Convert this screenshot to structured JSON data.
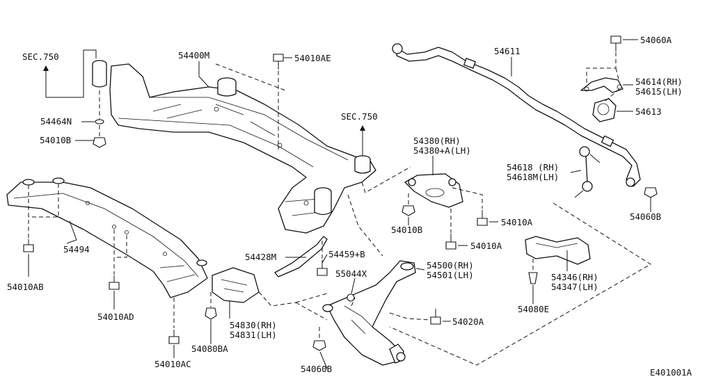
{
  "diagram_id": "E401001A",
  "section_refs": [
    "SEC.750",
    "SEC.750"
  ],
  "labels": {
    "p54400M": "54400M",
    "p54010AE": "54010AE",
    "p54464N": "54464N",
    "p54010B_a": "54010B",
    "p54494": "54494",
    "p54010AB": "54010AB",
    "p54010AD": "54010AD",
    "p54010AC": "54010AC",
    "p54080BA": "54080BA",
    "p54830": "54830(RH)",
    "p54831": "54831(LH)",
    "p54428M": "54428M",
    "p54459B": "54459+B",
    "p55044X": "55044X",
    "p54500": "54500(RH)",
    "p54501": "54501(LH)",
    "p54020A": "54020A",
    "p54060B_a": "54060B",
    "p54380": "54380(RH)",
    "p54380A": "54380+A(LH)",
    "p54010B_b": "54010B",
    "p54010A_a": "54010A",
    "p54010A_b": "54010A",
    "p54611": "54611",
    "p54060A": "54060A",
    "p54614": "54614(RH)",
    "p54615": "54615(LH)",
    "p54613": "54613",
    "p54618": "54618 (RH)",
    "p54618M": "54618M(LH)",
    "p54060B_b": "54060B",
    "p54346": "54346(RH)",
    "p54347": "54347(LH)",
    "p54080E": "54080E"
  }
}
